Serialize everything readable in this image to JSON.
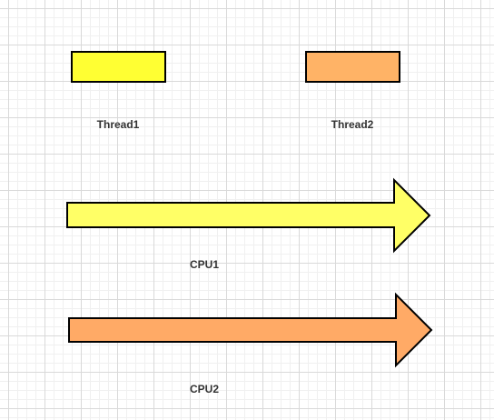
{
  "threads": [
    {
      "label": "Thread1",
      "color": "#ffff33"
    },
    {
      "label": "Thread2",
      "color": "#ffb366"
    }
  ],
  "cpus": [
    {
      "label": "CPU1",
      "color": "#ffff66"
    },
    {
      "label": "CPU2",
      "color": "#ffaa66"
    }
  ],
  "stroke_color": "#000000"
}
